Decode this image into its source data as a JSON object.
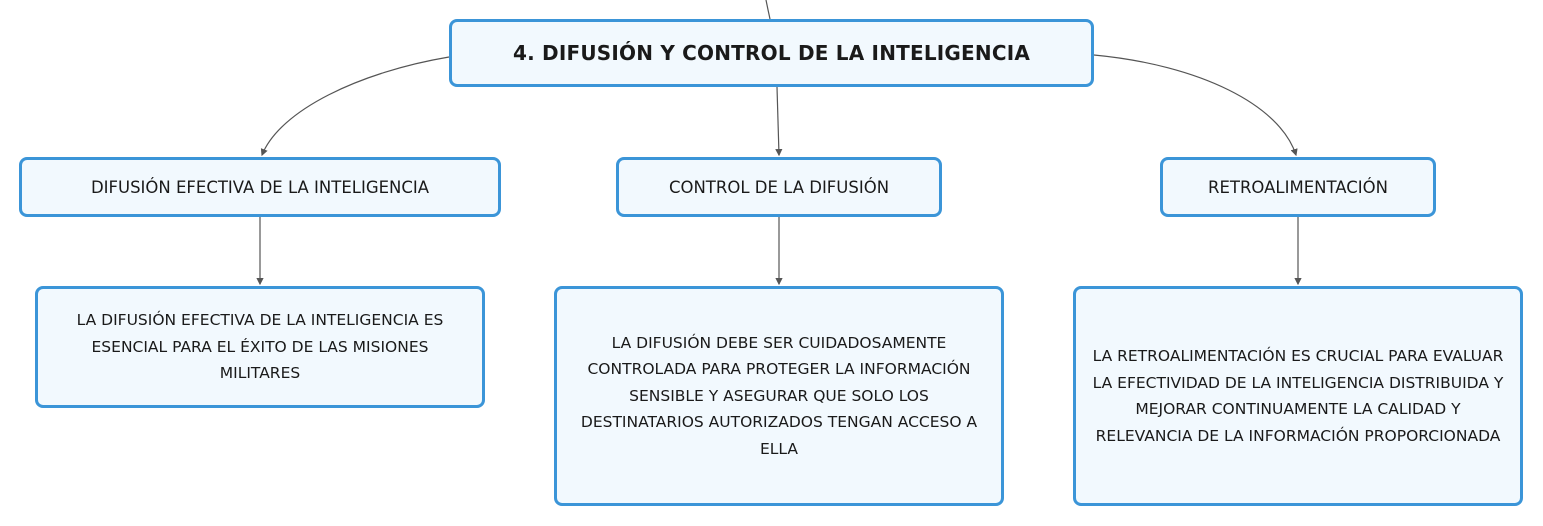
{
  "diagram": {
    "root": {
      "label": "4. DIFUSIÓN Y CONTROL DE LA INTELIGENCIA"
    },
    "branches": [
      {
        "label": "DIFUSIÓN EFECTIVA DE LA INTELIGENCIA",
        "detail": "LA DIFUSIÓN EFECTIVA DE LA INTELIGENCIA ES ESENCIAL PARA EL ÉXITO DE LAS MISIONES MILITARES"
      },
      {
        "label": "CONTROL DE LA DIFUSIÓN",
        "detail": "LA DIFUSIÓN DEBE SER CUIDADOSAMENTE CONTROLADA PARA PROTEGER LA INFORMACIÓN SENSIBLE Y ASEGURAR QUE SOLO LOS DESTINATARIOS AUTORIZADOS TENGAN ACCESO A ELLA"
      },
      {
        "label": "RETROALIMENTACIÓN",
        "detail": "LA RETROALIMENTACIÓN ES CRUCIAL PARA EVALUAR LA EFECTIVIDAD DE LA INTELIGENCIA DISTRIBUIDA Y MEJORAR CONTINUAMENTE LA CALIDAD Y RELEVANCIA DE LA INFORMACIÓN PROPORCIONADA"
      }
    ]
  },
  "colors": {
    "border": "#3b95d8",
    "fill": "#f2f9fe",
    "connector": "#555555"
  }
}
